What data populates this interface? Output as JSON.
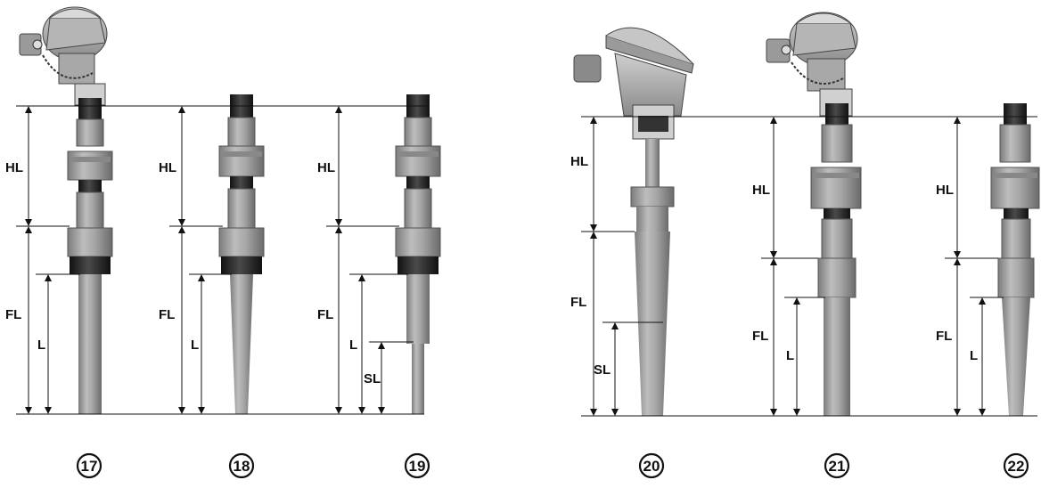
{
  "diagram": {
    "variants": [
      {
        "number": "17",
        "labels": {
          "hl": "HL",
          "fl": "FL",
          "l": "L"
        }
      },
      {
        "number": "18",
        "labels": {
          "hl": "HL",
          "fl": "FL",
          "l": "L"
        }
      },
      {
        "number": "19",
        "labels": {
          "hl": "HL",
          "fl": "FL",
          "l": "L",
          "sl": "SL"
        }
      },
      {
        "number": "20",
        "labels": {
          "hl": "HL",
          "fl": "FL",
          "sl": "SL"
        }
      },
      {
        "number": "21",
        "labels": {
          "hl": "HL",
          "fl": "FL",
          "l": "L"
        }
      },
      {
        "number": "22",
        "labels": {
          "hl": "HL",
          "fl": "FL",
          "l": "L"
        }
      }
    ],
    "colors": {
      "metal": "#9a9a9a",
      "metal_dark": "#6e6e6e",
      "metal_light": "#c8c8c8",
      "thread": "#2a2a2a",
      "line": "#111111"
    }
  }
}
